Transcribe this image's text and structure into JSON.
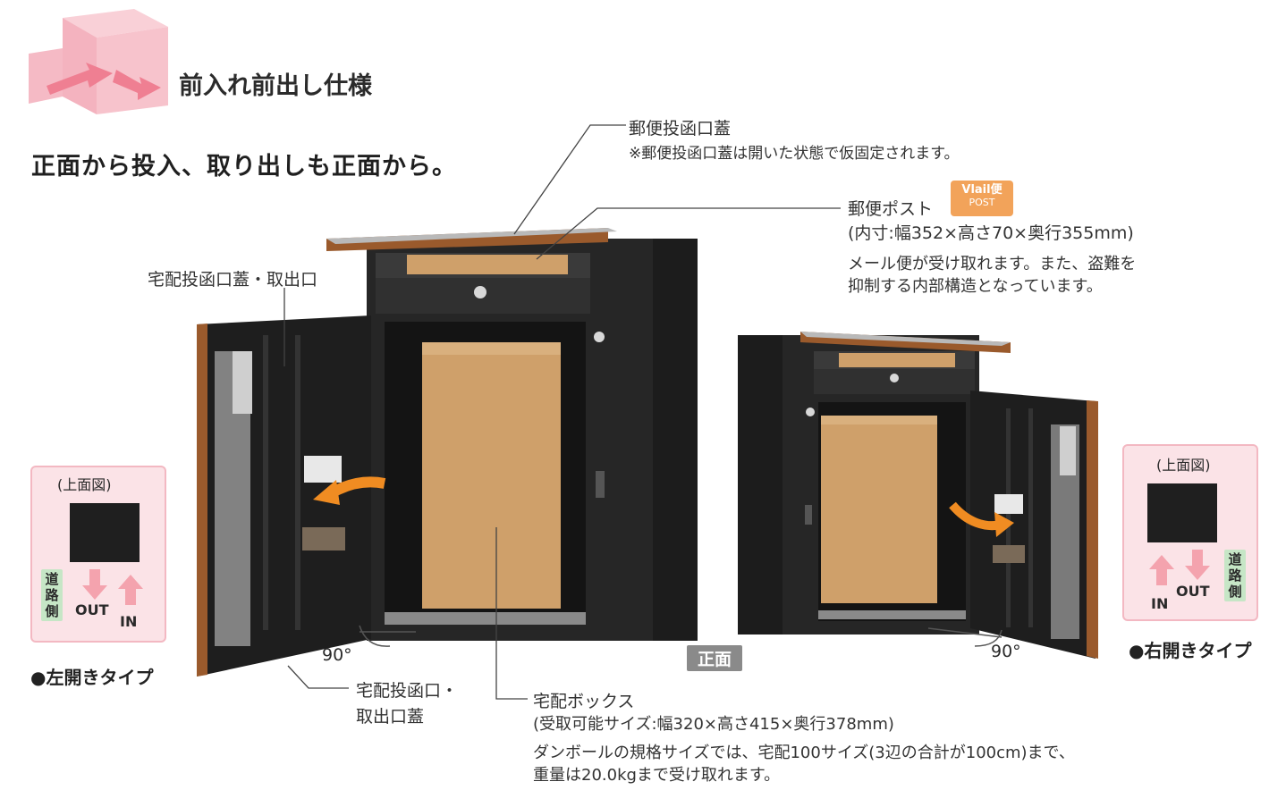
{
  "header": {
    "spec_title": "前入れ前出し仕様",
    "subtitle": "正面から投入、取り出しも正面から。"
  },
  "callouts": {
    "mail_slot_lid": "郵便投函口蓋",
    "mail_slot_lid_note": "※郵便投函口蓋は開いた状態で仮固定されます。",
    "mail_post": "郵便ポスト",
    "mail_post_size": "(内寸:幅352×高さ70×奥行355mm)",
    "mail_post_note_1": "メール便が受け取れます。また、盗難を",
    "mail_post_note_2": "抑制する内部構造となっています。",
    "delivery_lid": "宅配投函口蓋・取出口",
    "delivery_slot_lid_1": "宅配投函口・",
    "delivery_slot_lid_2": "取出口蓋",
    "delivery_box": "宅配ボックス",
    "delivery_box_size": "(受取可能サイズ:幅320×高さ415×奥行378mm)",
    "delivery_box_note_1": "ダンボールの規格サイズでは、宅配100サイズ(3辺の合計が100cm)まで、",
    "delivery_box_note_2": "重量は20.0kgまで受け取れます。"
  },
  "logo": {
    "line1": "Vlail便",
    "line2": "POST"
  },
  "diagram_left": {
    "title": "(上面図)",
    "road_side": [
      "道",
      "路",
      "側"
    ],
    "out": "OUT",
    "in": "IN",
    "type_label": "●左開きタイプ",
    "angle": "90°"
  },
  "diagram_right": {
    "title": "(上面図)",
    "road_side": [
      "道",
      "路",
      "側"
    ],
    "out": "OUT",
    "in": "IN",
    "type_label": "●右開きタイプ",
    "angle": "90°"
  },
  "front_label": "正面",
  "colors": {
    "wood": "#9a5a2c",
    "body": "#262626",
    "cardboard": "#cfa06a",
    "pink": "#f4b3bf",
    "arrow": "#f08c22"
  }
}
